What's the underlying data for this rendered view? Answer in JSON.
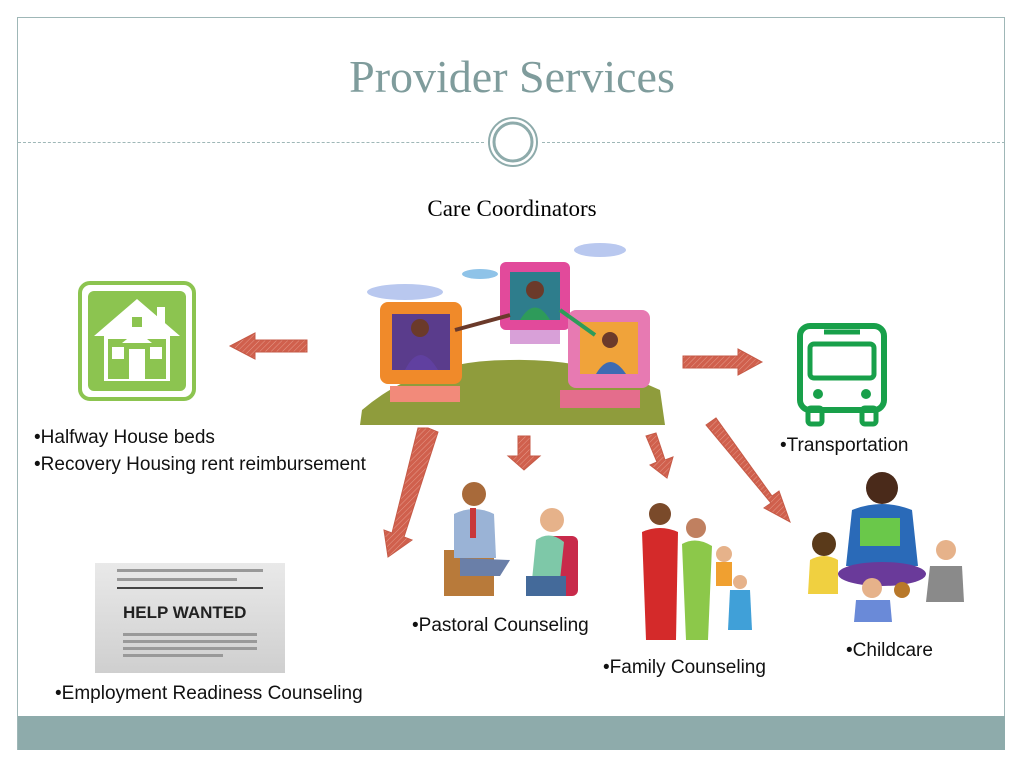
{
  "slide": {
    "title": "Provider Services",
    "center_label": "Care Coordinators",
    "services": {
      "housing": [
        "•Halfway House beds",
        "•Recovery Housing rent reimbursement"
      ],
      "transportation": "•Transportation",
      "pastoral": "•Pastoral Counseling",
      "family": "•Family Counseling",
      "childcare": "•Childcare",
      "employment": "•Employment Readiness Counseling"
    },
    "clipart_text": {
      "help_wanted": "HELP WANTED"
    }
  },
  "colors": {
    "accent": "#8eabab",
    "title": "#7f9c9c",
    "arrow": "#d0604d",
    "house_green": "#8cc450",
    "bus_green": "#18a04a"
  },
  "icons": [
    "house-icon",
    "bus-icon",
    "computers-clipart",
    "newspaper-clipart",
    "pastor-clipart",
    "family-clipart",
    "childcare-clipart"
  ]
}
